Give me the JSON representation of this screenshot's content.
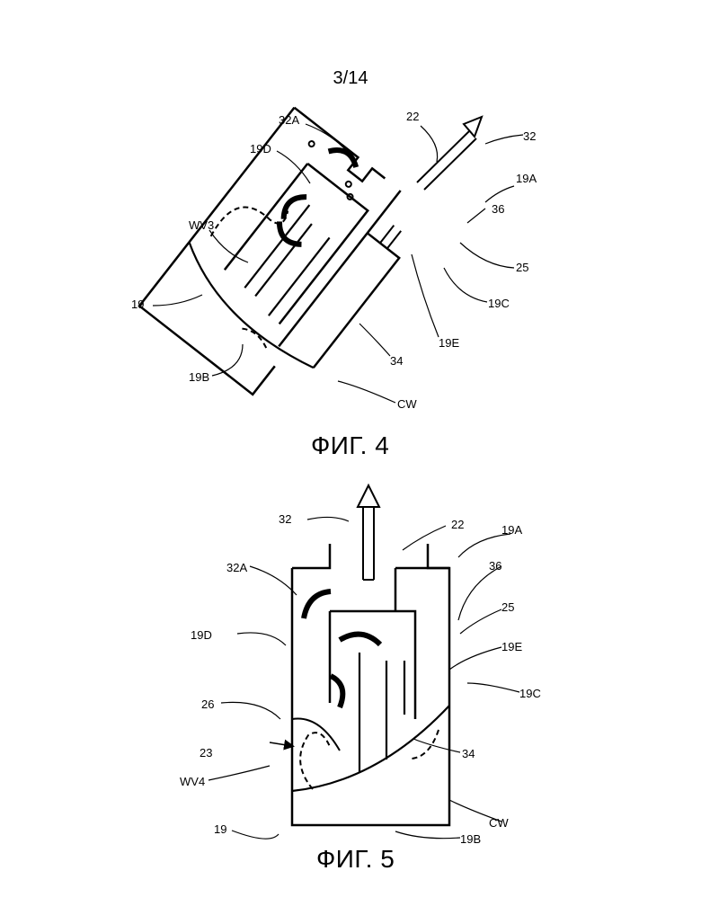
{
  "page_number": "3/14",
  "figures": [
    {
      "title": "ФИГ. 4",
      "labels": {
        "l32A": "32A",
        "l22": "22",
        "l32": "32",
        "l19D": "19D",
        "l19A": "19A",
        "l36": "36",
        "lWV3": "WV3",
        "l25": "25",
        "l19": "19",
        "l19C": "19C",
        "l19E": "19E",
        "l34": "34",
        "l19B": "19B",
        "lCW": "CW"
      }
    },
    {
      "title": "ФИГ. 5",
      "labels": {
        "l32": "32",
        "l22": "22",
        "l19A": "19A",
        "l32A": "32A",
        "l36": "36",
        "l25": "25",
        "l19D": "19D",
        "l19E": "19E",
        "l19C": "19C",
        "l26": "26",
        "l23": "23",
        "l34": "34",
        "lWV4": "WV4",
        "lCW": "CW",
        "l19": "19",
        "l19B": "19B"
      }
    }
  ]
}
